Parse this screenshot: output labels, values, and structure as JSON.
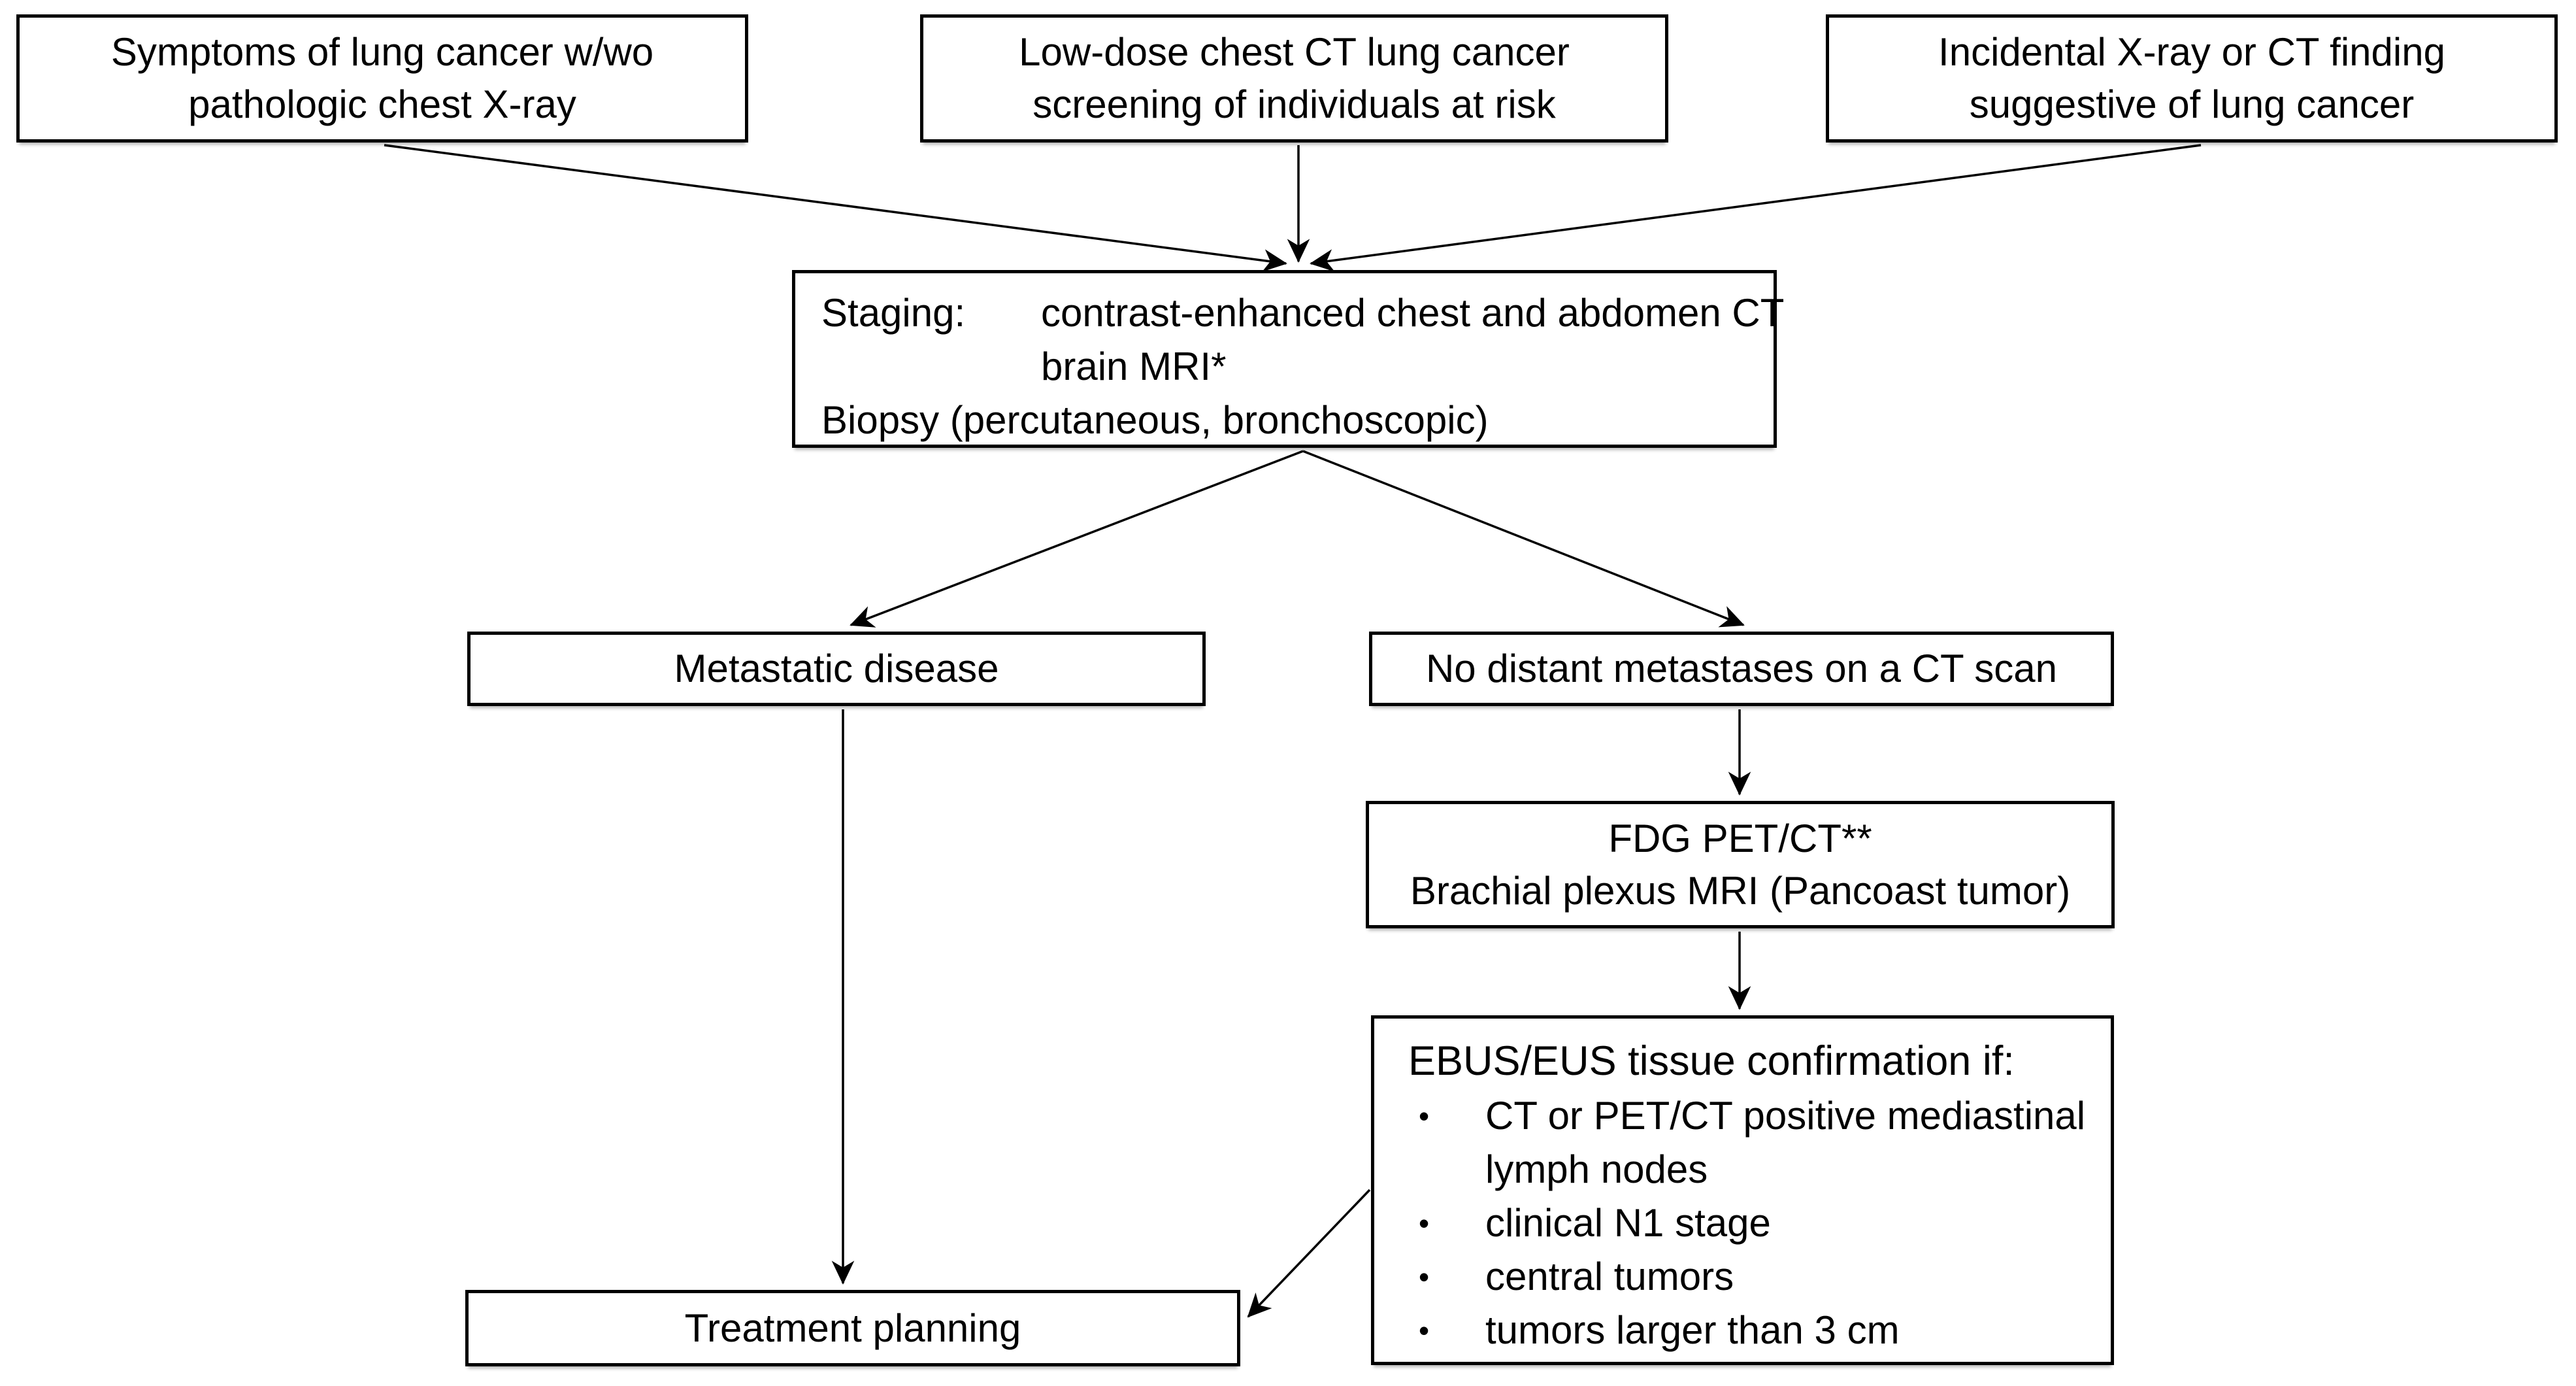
{
  "diagram": {
    "kind": "flowchart",
    "topic": "Lung cancer diagnostic and staging pathway",
    "colors": {
      "background": "#ffffff",
      "box_fill": "#ffffff",
      "box_border": "#000000",
      "text": "#000000",
      "connector": "#000000"
    },
    "nodes": {
      "symptoms": {
        "lines": [
          "Symptoms of lung cancer w/wo",
          "pathologic chest X-ray"
        ]
      },
      "screening": {
        "lines": [
          "Low-dose chest CT lung cancer",
          "screening of individuals at risk"
        ]
      },
      "incidental": {
        "lines": [
          "Incidental X-ray or CT finding",
          "suggestive of lung cancer"
        ]
      },
      "staging": {
        "label": "Staging:",
        "line1": "contrast-enhanced chest and abdomen CT",
        "line2": "brain MRI*",
        "line3": "Biopsy (percutaneous, bronchoscopic)"
      },
      "metastatic": {
        "text": "Metastatic disease"
      },
      "no_distant": {
        "text": "No distant metastases on a CT scan"
      },
      "fdg": {
        "lines": [
          "FDG PET/CT**",
          "Brachial plexus MRI (Pancoast tumor)"
        ]
      },
      "ebus": {
        "title": "EBUS/EUS tissue confirmation if:",
        "bullet_glyph": "•",
        "bullets": [
          "CT or PET/CT positive mediastinal lymph nodes",
          "clinical N1 stage",
          "central tumors",
          "tumors larger than 3 cm"
        ]
      },
      "treatment": {
        "text": "Treatment planning"
      }
    },
    "edges": [
      {
        "from": "symptoms",
        "to": "staging"
      },
      {
        "from": "screening",
        "to": "staging"
      },
      {
        "from": "incidental",
        "to": "staging"
      },
      {
        "from": "staging",
        "to": "metastatic"
      },
      {
        "from": "staging",
        "to": "no_distant"
      },
      {
        "from": "no_distant",
        "to": "fdg"
      },
      {
        "from": "fdg",
        "to": "ebus"
      },
      {
        "from": "metastatic",
        "to": "treatment"
      },
      {
        "from": "ebus",
        "to": "treatment"
      }
    ]
  }
}
